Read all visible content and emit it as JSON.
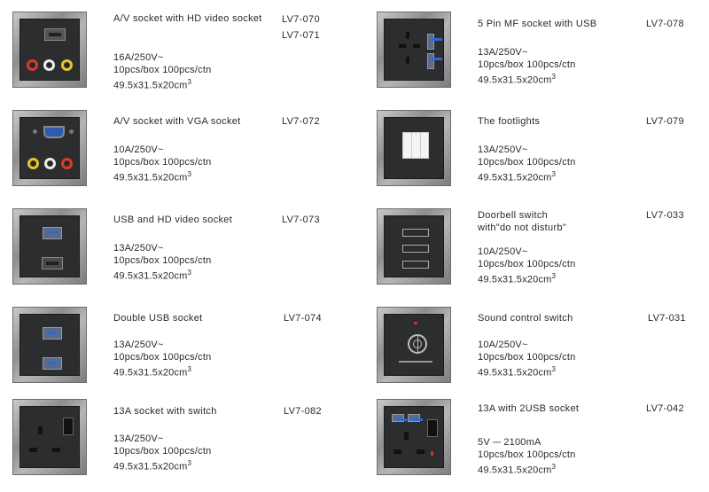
{
  "items": [
    {
      "title": "A/V socket with HD video socket",
      "codes": [
        "LV7-070",
        "LV7-071"
      ],
      "specs": [
        "16A/250V~",
        "10pcs/box 100pcs/ctn",
        "49.5x31.5x20cm"
      ],
      "icon": "av-hd-socket-icon"
    },
    {
      "title": "5 Pin MF socket with USB",
      "codes": [
        "LV7-078"
      ],
      "specs": [
        "13A/250V~",
        "10pcs/box 100pcs/ctn",
        "49.5x31.5x20cm"
      ],
      "icon": "mf-usb-socket-icon"
    },
    {
      "title": "A/V socket with VGA  socket",
      "codes": [
        "LV7-072"
      ],
      "specs": [
        "10A/250V~",
        "10pcs/box 100pcs/ctn",
        "49.5x31.5x20cm"
      ],
      "icon": "av-vga-socket-icon"
    },
    {
      "title": "The footlights",
      "codes": [
        "LV7-079"
      ],
      "specs": [
        "13A/250V~",
        "10pcs/box 100pcs/ctn",
        "49.5x31.5x20cm"
      ],
      "icon": "footlights-icon"
    },
    {
      "title": "USB and HD video socket",
      "codes": [
        "LV7-073"
      ],
      "specs": [
        "13A/250V~",
        "10pcs/box 100pcs/ctn",
        "49.5x31.5x20cm"
      ],
      "icon": "usb-hd-socket-icon"
    },
    {
      "title": "Doorbell switch",
      "title2": "with\"do not disturb\"",
      "codes": [
        "LV7-033"
      ],
      "specs": [
        "10A/250V~",
        "10pcs/box 100pcs/ctn",
        "49.5x31.5x20cm"
      ],
      "icon": "doorbell-switch-icon"
    },
    {
      "title": "Double USB socket",
      "codes": [
        "LV7-074"
      ],
      "specs": [
        "13A/250V~",
        "10pcs/box 100pcs/ctn",
        "49.5x31.5x20cm"
      ],
      "icon": "double-usb-socket-icon"
    },
    {
      "title": "Sound control switch",
      "codes": [
        "LV7-031"
      ],
      "specs": [
        "10A/250V~",
        "10pcs/box 100pcs/ctn",
        "49.5x31.5x20cm"
      ],
      "icon": "sound-control-switch-icon"
    },
    {
      "title": "13A socket with switch",
      "codes": [
        "LV7-082"
      ],
      "specs": [
        "13A/250V~",
        "10pcs/box 100pcs/ctn",
        "49.5x31.5x20cm"
      ],
      "icon": "switched-socket-icon"
    },
    {
      "title": "13A with 2USB socket",
      "codes": [
        "LV7-042"
      ],
      "specs": [
        "5V ⎓ 2100mA",
        "10pcs/box 100pcs/ctn",
        "49.5x31.5x20cm"
      ],
      "icon": "usb-socket-13a-icon"
    }
  ],
  "superscript": "3"
}
